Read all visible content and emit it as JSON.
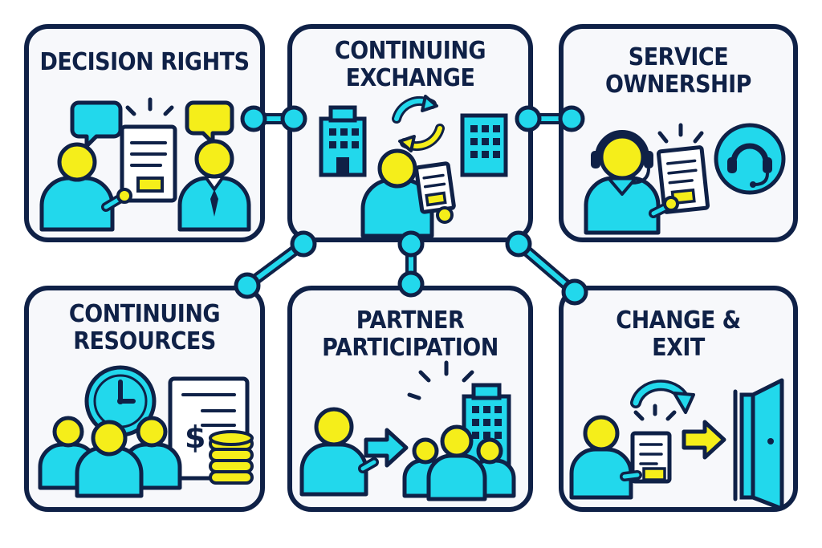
{
  "colors": {
    "outline": "#0f2147",
    "cyan": "#22d8ec",
    "yellow": "#f5ee1a",
    "card_bg": "#f7f8fb",
    "paper": "#ffffff"
  },
  "cards": {
    "decision_rights": {
      "title": "DECISION RIGHTS",
      "icons": [
        "speech-bubble-icon",
        "document-icon",
        "person-icon",
        "businessman-icon"
      ]
    },
    "continuing_exchange": {
      "title_line1": "CONTINUING",
      "title_line2": "EXCHANGE",
      "icons": [
        "building-icon",
        "cycle-arrows-icon",
        "person-with-document-icon"
      ]
    },
    "service_ownership": {
      "title_line1": "SERVICE",
      "title_line2": "OWNERSHIP",
      "icons": [
        "headset-agent-icon",
        "document-icon",
        "headset-icon"
      ]
    },
    "continuing_resources": {
      "title_line1": "CONTINUING",
      "title_line2": "RESOURCES",
      "icons": [
        "clock-icon",
        "invoice-icon",
        "coin-stack-icon",
        "people-group-icon"
      ]
    },
    "partner_participation": {
      "title_line1": "PARTNER",
      "title_line2": "PARTICIPATION",
      "icons": [
        "person-icon",
        "arrow-right-icon",
        "people-group-icon",
        "building-icon"
      ]
    },
    "change_exit": {
      "title_line1": "CHANGE &",
      "title_line2": "EXIT",
      "icons": [
        "curved-arrow-icon",
        "person-with-document-icon",
        "arrow-right-icon",
        "exit-door-icon"
      ]
    }
  }
}
